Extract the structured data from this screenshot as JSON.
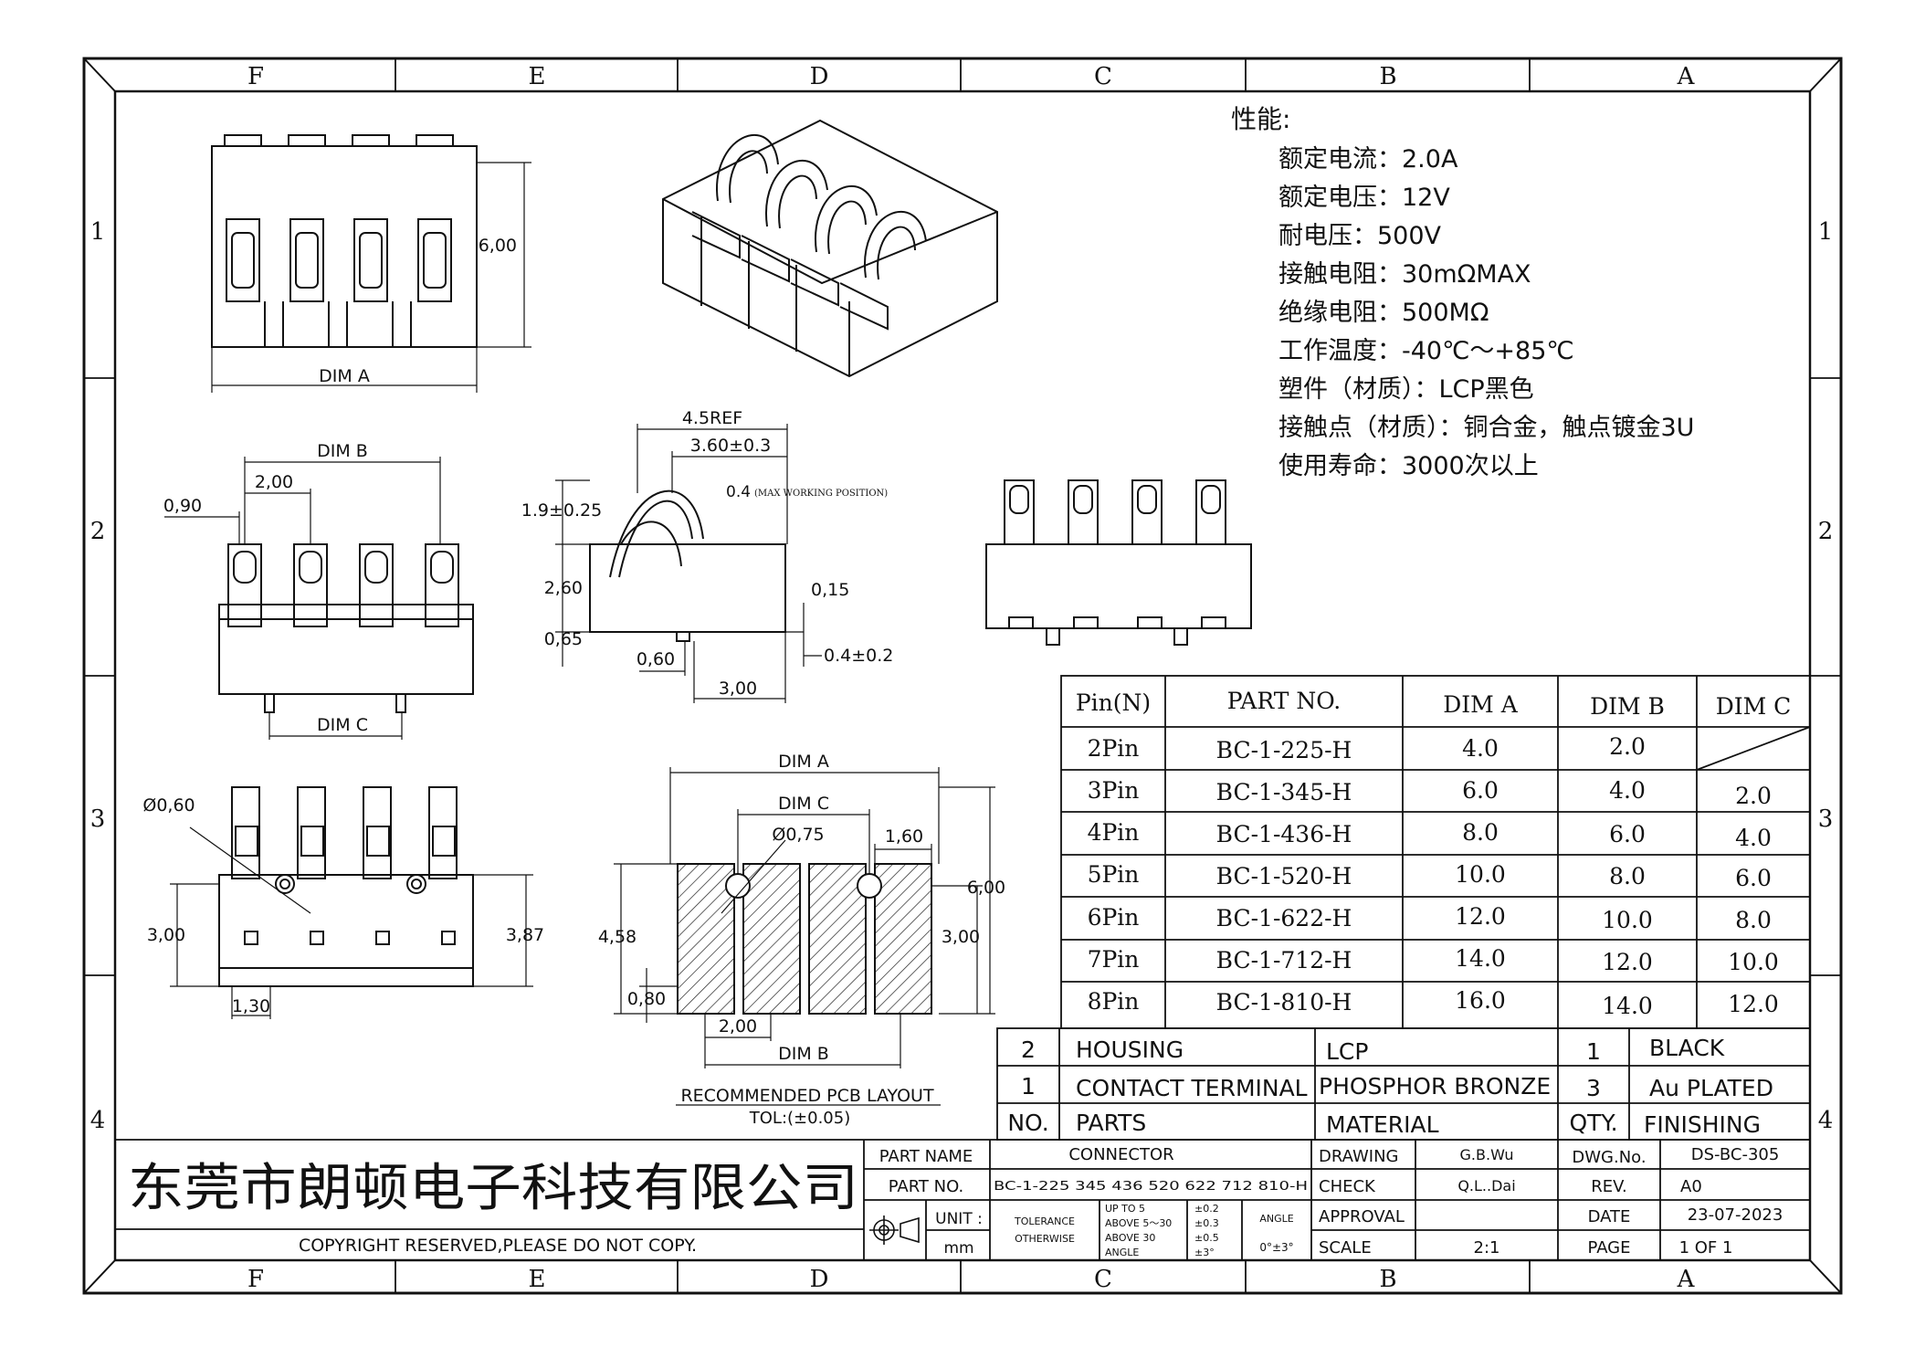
{
  "frame": {
    "columns": [
      "F",
      "E",
      "D",
      "C",
      "B",
      "A"
    ],
    "rows": [
      "1",
      "2",
      "3",
      "4"
    ]
  },
  "specs": {
    "heading": "性能:",
    "lines": [
      "额定电流：2.0A",
      "额定电压：12V",
      "耐电压：500V",
      "接触电阻：30mΩMAX",
      "绝缘电阻：500MΩ",
      "工作温度：-40℃～+85℃",
      "塑件（材质）：LCP黑色",
      "接触点（材质）：铜合金，触点镀金3U",
      "使用寿命：3000次以上"
    ]
  },
  "dims": {
    "front_height": "6,00",
    "front_dim_a": "DIM A",
    "side_dim_b": "DIM B",
    "side_pitch": "2,00",
    "side_090": "0,90",
    "side_dim_c": "DIM C",
    "profile_45ref": "4.5REF",
    "profile_360": "3.60±0.3",
    "profile_19": "1.9±0.25",
    "profile_04max": "0.4",
    "profile_04max_note": "(MAX WORKING POSITION)",
    "profile_260": "2,60",
    "profile_065": "0,65",
    "profile_015": "0,15",
    "profile_060": "0,60",
    "profile_04": "0.4±0.2",
    "profile_300": "3,00",
    "bottom_dia": "Ø0,60",
    "bottom_300": "3,00",
    "bottom_387": "3,87",
    "bottom_130": "1,30",
    "pcb_dim_a": "DIM A",
    "pcb_dim_c": "DIM C",
    "pcb_dia": "Ø0,75",
    "pcb_160": "1,60",
    "pcb_600": "6,00",
    "pcb_458": "4,58",
    "pcb_300": "3,00",
    "pcb_080": "0,80",
    "pcb_200": "2,00",
    "pcb_dim_b": "DIM B",
    "pcb_title": "RECOMMENDED PCB LAYOUT",
    "pcb_tol": "TOL:(±0.05)"
  },
  "pin_table": {
    "headers": [
      "Pin(N)",
      "PART NO.",
      "DIM A",
      "DIM B",
      "DIM C"
    ],
    "rows": [
      [
        "2Pin",
        "BC-1-225-H",
        "4.0",
        "2.0",
        ""
      ],
      [
        "3Pin",
        "BC-1-345-H",
        "6.0",
        "4.0",
        "2.0"
      ],
      [
        "4Pin",
        "BC-1-436-H",
        "8.0",
        "6.0",
        "4.0"
      ],
      [
        "5Pin",
        "BC-1-520-H",
        "10.0",
        "8.0",
        "6.0"
      ],
      [
        "6Pin",
        "BC-1-622-H",
        "12.0",
        "10.0",
        "8.0"
      ],
      [
        "7Pin",
        "BC-1-712-H",
        "14.0",
        "12.0",
        "10.0"
      ],
      [
        "8Pin",
        "BC-1-810-H",
        "16.0",
        "14.0",
        "12.0"
      ]
    ]
  },
  "bom": {
    "rows": [
      [
        "2",
        "HOUSING",
        "LCP",
        "1",
        "BLACK"
      ],
      [
        "1",
        "CONTACT TERMINAL",
        "PHOSPHOR BRONZE",
        "3",
        "Au PLATED"
      ]
    ],
    "headers": [
      "NO.",
      "PARTS",
      "MATERIAL",
      "QTY.",
      "FINISHING"
    ]
  },
  "title_block": {
    "company": "东莞市朗顿电子科技有限公司",
    "copyright": "COPYRIGHT RESERVED,PLEASE DO NOT COPY.",
    "part_name_label": "PART NAME",
    "part_name": "CONNECTOR",
    "part_no_label": "PART NO.",
    "part_no": "BC-1-225 345 436 520 622 712 810-H",
    "unit_label": "UNIT :",
    "unit": "mm",
    "tolerance_label": "TOLERANCE",
    "otherwise_label": "OTHERWISE",
    "tol_rows": [
      [
        "UP TO 5",
        "±0.2"
      ],
      [
        "ABOVE 5～30",
        "±0.3"
      ],
      [
        "ABOVE 30",
        "±0.5"
      ],
      [
        "ANGLE",
        "±3°"
      ]
    ],
    "angle_label": "ANGLE",
    "angle_value": "0°±3°",
    "drawing_label": "DRAWING",
    "drawing": "G.B.Wu",
    "check_label": "CHECK",
    "check": "Q.L..Dai",
    "approval_label": "APPROVAL",
    "scale_label": "SCALE",
    "scale": "2:1",
    "dwg_no_label": "DWG.No.",
    "dwg_no": "DS-BC-305",
    "rev_label": "REV.",
    "rev": "A0",
    "date_label": "DATE",
    "date": "23-07-2023",
    "page_label": "PAGE",
    "page": "1 OF 1"
  }
}
